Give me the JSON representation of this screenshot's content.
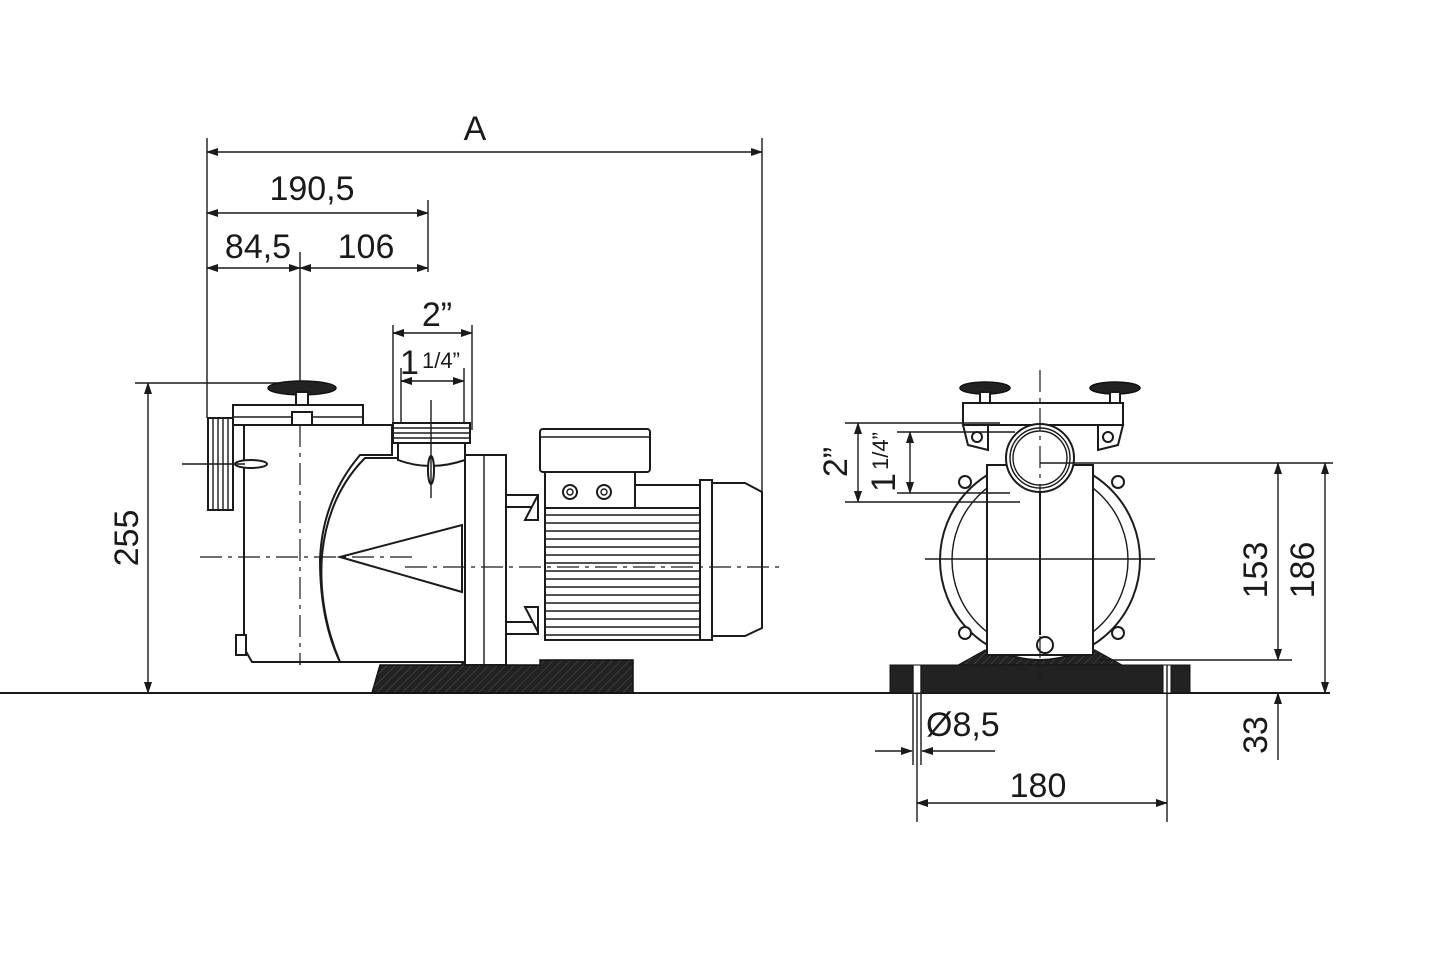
{
  "side_view": {
    "dim_overall_length": "A",
    "dim_inlet_to_outlet": "190,5",
    "dim_inlet_to_strainer_axis": "84,5",
    "dim_strainer_to_outlet": "106",
    "dim_outlet_large_whole": "2”",
    "dim_outlet_small_whole": "1",
    "dim_outlet_small_fraction": "1/4”",
    "dim_height": "255"
  },
  "front_view": {
    "dim_port_large": "2”",
    "dim_port_small_whole": "1",
    "dim_port_small_fraction": "1/4”",
    "dim_axis_height": "153",
    "dim_port_height": "186",
    "dim_base_height": "33",
    "dim_hole_diameter": "Ø8,5",
    "dim_hole_spacing": "180"
  }
}
